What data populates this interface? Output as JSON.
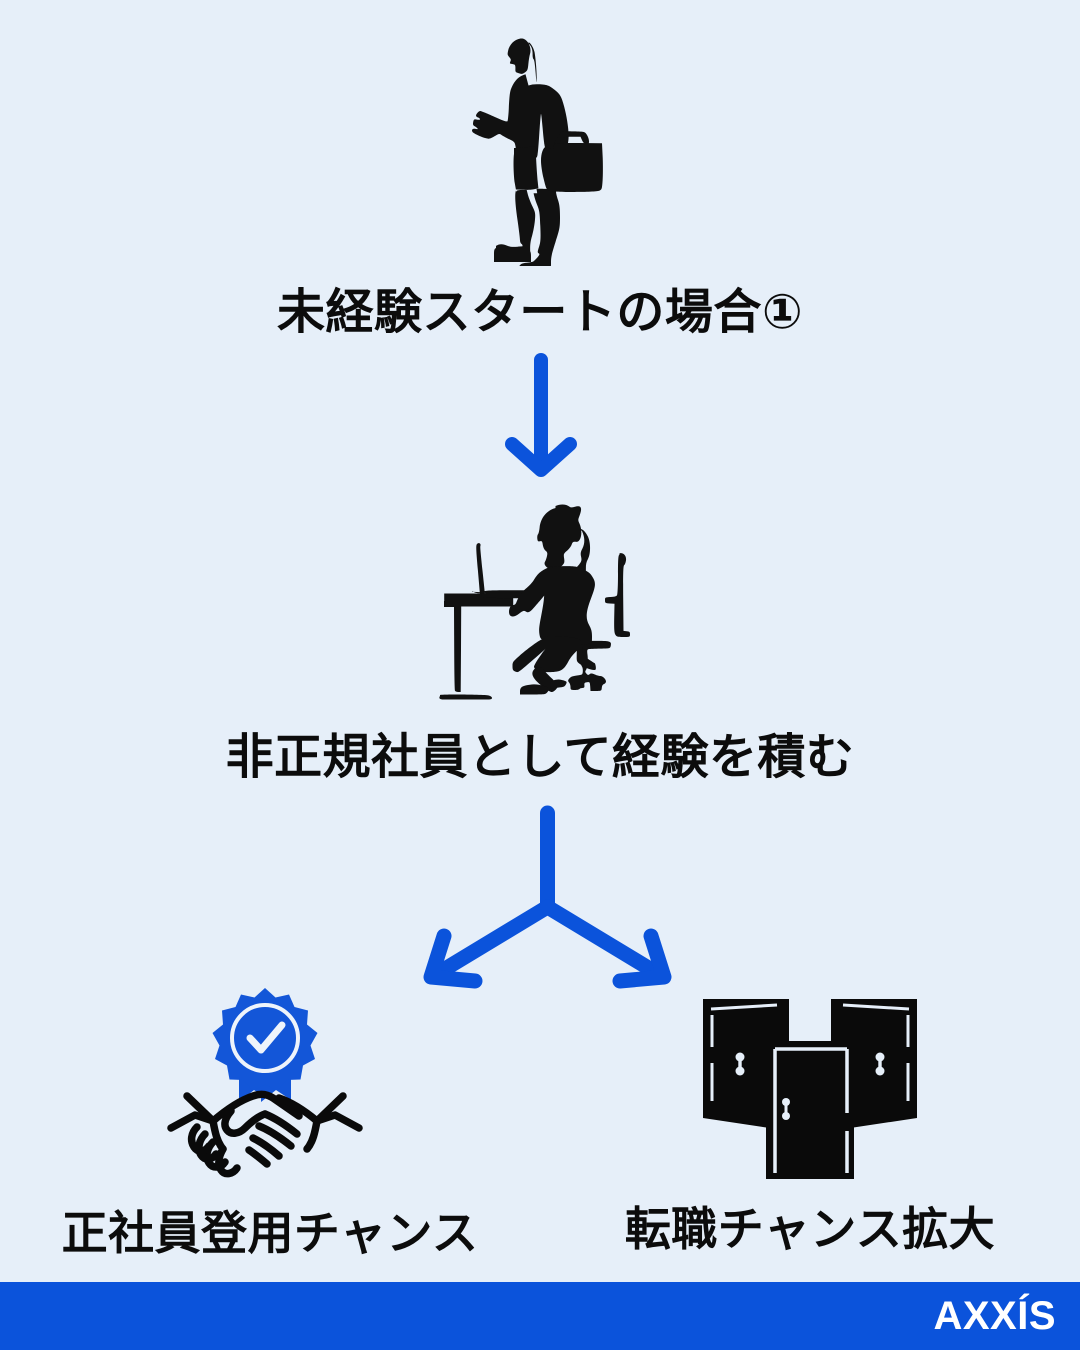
{
  "page": {
    "background_color": "#e6eff9",
    "accent_color": "#0b53db",
    "text_color": "#0c0c0c"
  },
  "flow": {
    "step1": {
      "label": "未経験スタートの場合①",
      "icon": "walking-businesswoman-silhouette-icon"
    },
    "arrow1": {
      "icon": "arrow-down-icon",
      "color": "#0b53db"
    },
    "step2": {
      "label": "非正規社員として経験を積む",
      "icon": "woman-at-desk-laptop-silhouette-icon"
    },
    "fork_arrow": {
      "icon": "branching-arrow-down-split-icon",
      "color": "#0b53db"
    },
    "outcomes": [
      {
        "label": "正社員登用チャンス",
        "icon": "handshake-with-award-badge-icon"
      },
      {
        "label": "転職チャンス拡大",
        "icon": "three-open-doors-icon"
      }
    ]
  },
  "footer": {
    "brand": "AXXÍS",
    "background_color": "#0b53db",
    "text_color": "#ffffff"
  }
}
